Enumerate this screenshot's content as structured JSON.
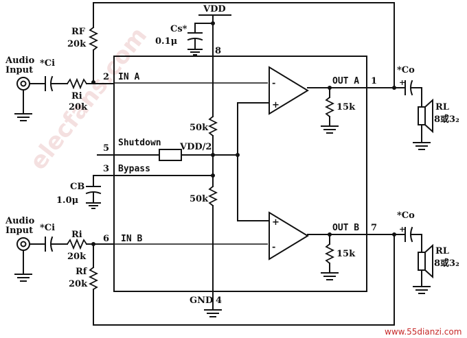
{
  "supply": {
    "vdd": "VDD",
    "gnd": "GND",
    "pin_vdd": "8",
    "pin_gnd": "4"
  },
  "caps": {
    "cs": {
      "label": "Cs*",
      "value": "0.1μ"
    },
    "ci_top": {
      "label": "*Ci"
    },
    "ci_bot": {
      "label": "*Ci"
    },
    "cb": {
      "label": "CB",
      "value": "1.0μ"
    },
    "co_top": {
      "label": "*Co"
    },
    "co_bot": {
      "label": "*Co"
    }
  },
  "resistors": {
    "rf_top": {
      "label": "RF",
      "value": "20k"
    },
    "ri_top": {
      "label": "Ri",
      "value": "20k"
    },
    "ri_bot": {
      "label": "Ri",
      "value": "20k"
    },
    "rf_bot": {
      "label": "Rf",
      "value": "20k"
    },
    "div_top": {
      "value": "50k"
    },
    "div_bot": {
      "value": "50k"
    },
    "load_a": {
      "value": "15k"
    },
    "load_b": {
      "value": "15k"
    }
  },
  "inputs": {
    "top": {
      "line1": "Audio",
      "line2": "Input"
    },
    "bottom": {
      "line1": "Audio",
      "line2": "Input"
    }
  },
  "pins": {
    "in_a": {
      "num": "2",
      "name": "IN A"
    },
    "in_b": {
      "num": "6",
      "name": "IN B"
    },
    "shutdown": {
      "num": "5",
      "name": "Shutdown"
    },
    "bypass": {
      "num": "3",
      "name": "Bypass"
    },
    "out_a": {
      "num": "1",
      "name": "OUT A"
    },
    "out_b": {
      "num": "7",
      "name": "OUT B"
    }
  },
  "mid_label": "VDD/2",
  "speakers": {
    "top": {
      "label": "RL",
      "value": "8或3₂"
    },
    "bottom": {
      "label": "RL",
      "value": "8或3₂"
    }
  },
  "opamp_signs": {
    "minus": "-",
    "plus": "+"
  },
  "watermark": "elecfans.com",
  "footer": "www.55dianzi.com"
}
